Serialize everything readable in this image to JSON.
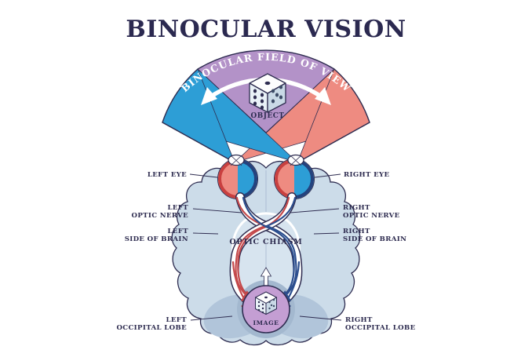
{
  "title": "BINOCULAR VISION",
  "fan": {
    "field_of_view_label": "BINOCULAR FIELD OF VIEW",
    "object_label": "OBJECT"
  },
  "brain": {
    "optic_chiasm_label": "OPTIC CHIASM",
    "image_label": "IMAGE"
  },
  "labels": {
    "left_eye": "LEFT EYE",
    "right_eye": "RIGHT EYE",
    "left_optic_nerve": [
      "LEFT",
      "OPTIC NERVE"
    ],
    "right_optic_nerve": [
      "RIGHT",
      "OPTIC NERVE"
    ],
    "left_side_of_brain": [
      "LEFT",
      "SIDE OF BRAIN"
    ],
    "right_side_of_brain": [
      "RIGHT",
      "SIDE OF BRAIN"
    ],
    "left_occipital_lobe": [
      "LEFT",
      "OCCIPITAL LOBE"
    ],
    "right_occipital_lobe": [
      "RIGHT",
      "OCCIPITAL LOBE"
    ]
  },
  "colors": {
    "outline_navy": "#2e2c50",
    "left_field_blue": "#2d9ed6",
    "right_field_salmon": "#ee8b81",
    "binocular_purple": "#b392c8",
    "brain_fill": "#ccdce9",
    "brain_inner": "#d7e4ef",
    "occipital_fill": "#b1c5da",
    "nerve_red": "#c4494b",
    "nerve_blue": "#2c4e8e",
    "image_circle_purple": "#c49ed3"
  }
}
